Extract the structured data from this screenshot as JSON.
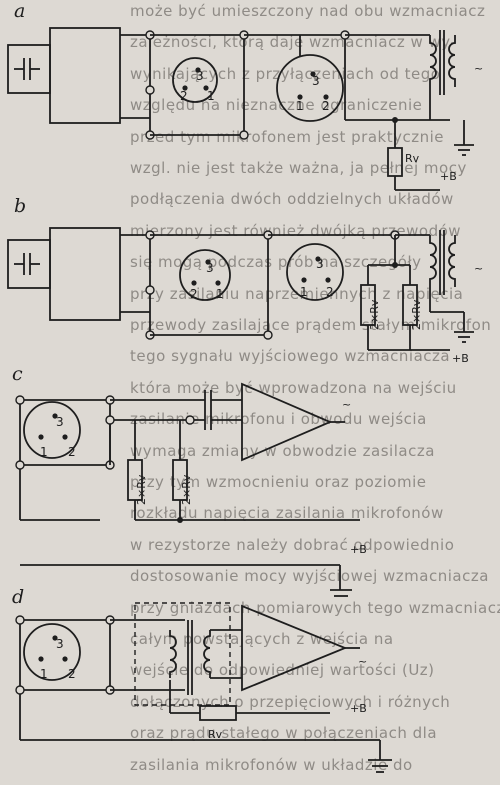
{
  "sections": [
    {
      "id": "a",
      "label": "a"
    },
    {
      "id": "b",
      "label": "b"
    },
    {
      "id": "c",
      "label": "c"
    },
    {
      "id": "d",
      "label": "d"
    }
  ],
  "pins": {
    "p1": "1",
    "p2": "2",
    "p3": "3"
  },
  "components": {
    "rv": "Rv",
    "two_rv": "2×Rv",
    "plus_b": "+B",
    "tilde": "~"
  },
  "background_lines": [
    "może być umieszczony nad obu wzmacniacz",
    "zależności, którą daje wzmacniacz w wy-",
    "wynikających z przyłączeniach od tego",
    "względu na nieznaczne ograniczenie",
    "przed tym mikrofonem jest praktycznie",
    "wzgl. nie jest także ważna, ja pełnej mocy",
    "podłączenia dwóch oddzielnych układów",
    "mierzony jest również dwójką przewodów",
    "się mogą podczas prób na szczegóły",
    "przy zasilaniu naprzemiennych z napięcia",
    "przewody zasilające prądem stałym mikrofon",
    "tego sygnału wyjściowego wzmacniacza",
    "która może być wprowadzona na wejściu",
    "zasilanie mikrofonu i obwodu wejścia",
    "wymaga zmiany w obwodzie zasilacza",
    "przy tym wzmocnieniu oraz poziomie",
    "rozkładu napięcia zasilania mikrofonów",
    "w rezystorze należy dobrać odpowiednio",
    "dostosowanie mocy wyjściowej wzmacniacza",
    "przy gniazdach pomiarowych tego wzmacniacza",
    "całym powstających z wejścia na",
    "wejście do odpowiedniej wartości (Uz)",
    "dołączonych o przepięciowych i różnych",
    "oraz prądu stałego w połączeniach dla",
    "zasilania mikrofonów w układzie do"
  ]
}
